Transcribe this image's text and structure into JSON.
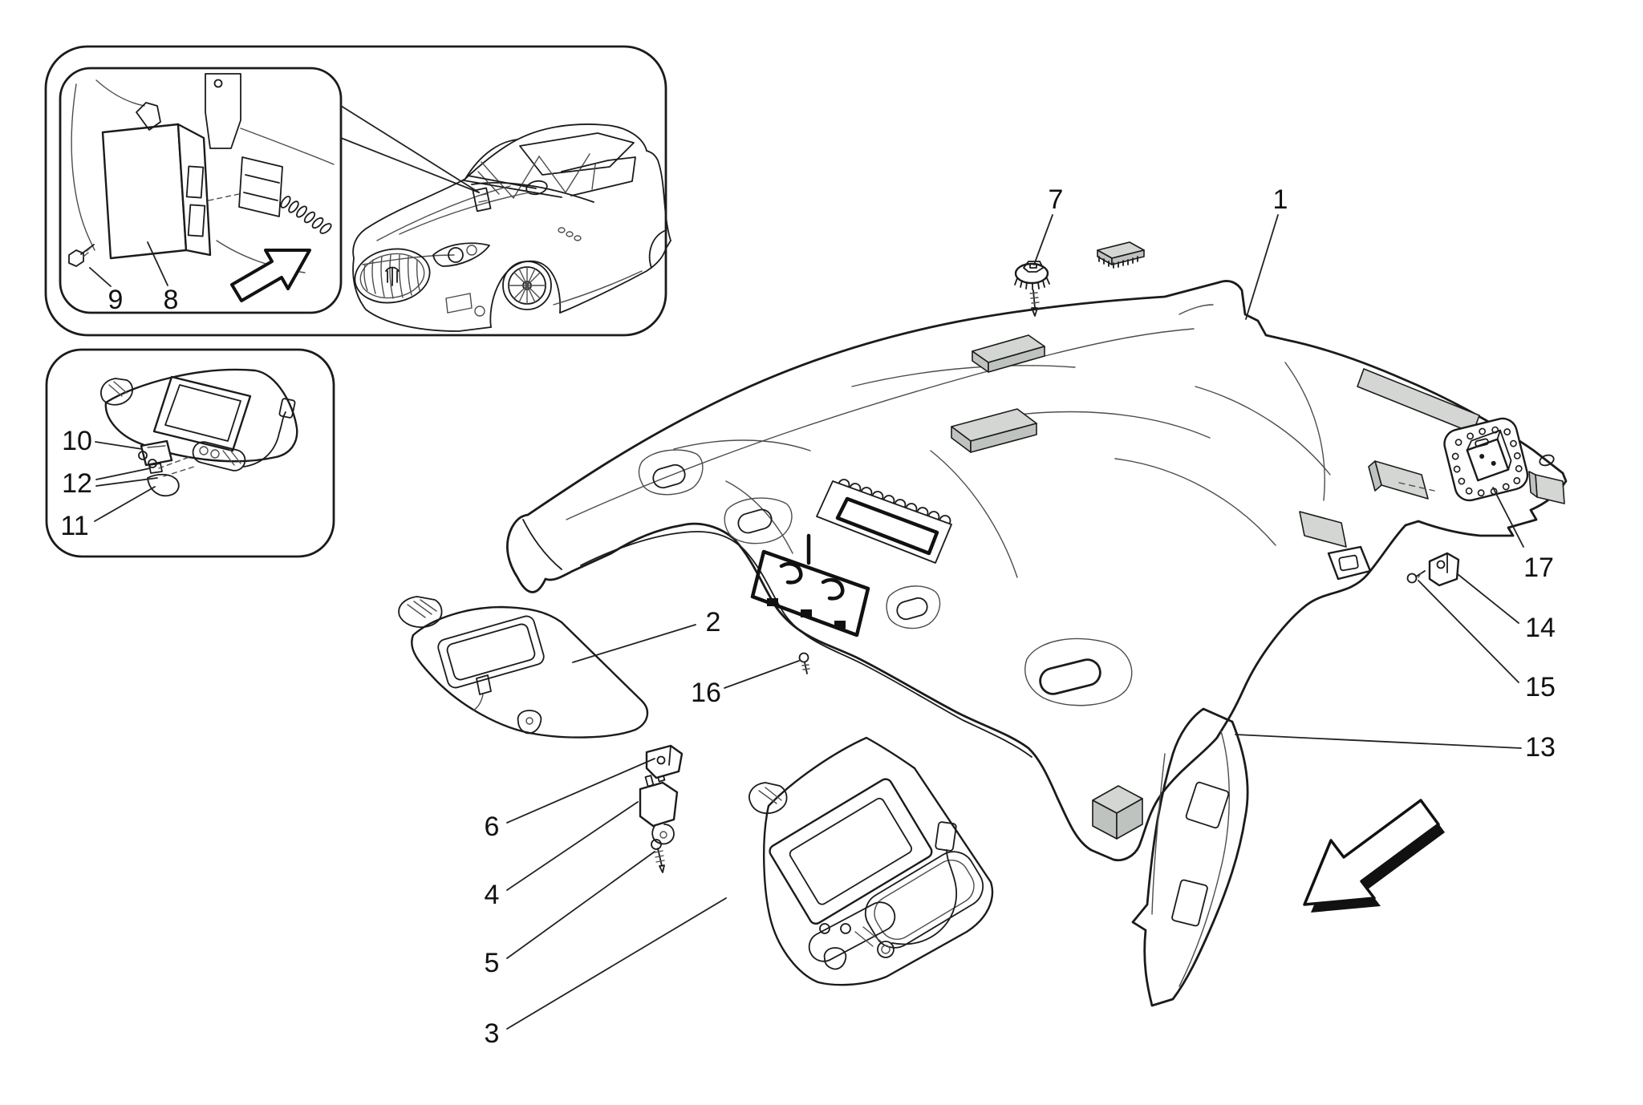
{
  "figure": {
    "kind": "exploded-parts-diagram",
    "subject": "car roof headliner and sun visors",
    "background_color": "#ffffff",
    "line_color": "#1b1b1b",
    "pad_color": "#d3d6d3"
  },
  "callouts": [
    {
      "num": "1"
    },
    {
      "num": "2"
    },
    {
      "num": "3"
    },
    {
      "num": "4"
    },
    {
      "num": "5"
    },
    {
      "num": "6"
    },
    {
      "num": "7"
    },
    {
      "num": "8"
    },
    {
      "num": "9"
    },
    {
      "num": "10"
    },
    {
      "num": "11"
    },
    {
      "num": "12"
    },
    {
      "num": "13"
    },
    {
      "num": "14"
    },
    {
      "num": "15"
    },
    {
      "num": "16"
    },
    {
      "num": "17"
    }
  ]
}
